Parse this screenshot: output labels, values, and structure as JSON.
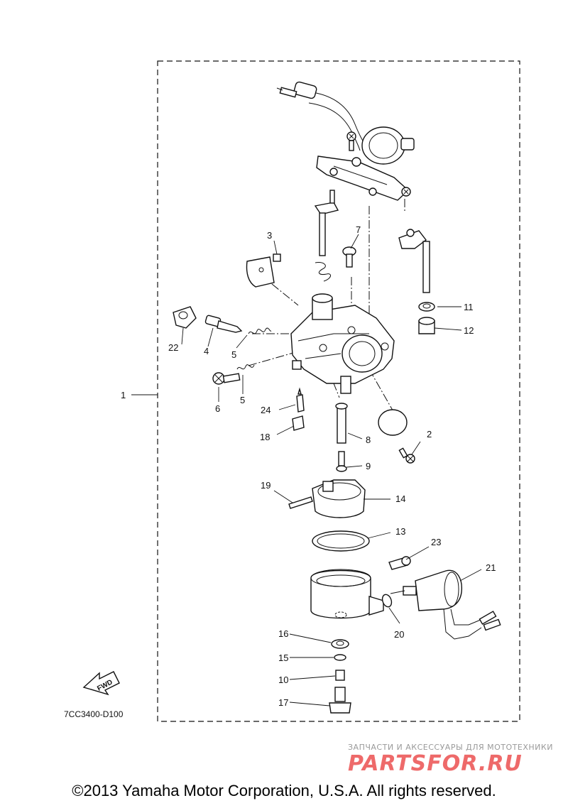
{
  "diagram": {
    "callouts": [
      {
        "id": "1",
        "label": "1"
      },
      {
        "id": "2",
        "label": "2"
      },
      {
        "id": "3",
        "label": "3"
      },
      {
        "id": "4",
        "label": "4"
      },
      {
        "id": "5a",
        "label": "5"
      },
      {
        "id": "5b",
        "label": "5"
      },
      {
        "id": "6",
        "label": "6"
      },
      {
        "id": "7",
        "label": "7"
      },
      {
        "id": "8",
        "label": "8"
      },
      {
        "id": "9",
        "label": "9"
      },
      {
        "id": "10",
        "label": "10"
      },
      {
        "id": "11",
        "label": "11"
      },
      {
        "id": "12",
        "label": "12"
      },
      {
        "id": "13",
        "label": "13"
      },
      {
        "id": "14",
        "label": "14"
      },
      {
        "id": "15",
        "label": "15"
      },
      {
        "id": "16",
        "label": "16"
      },
      {
        "id": "17",
        "label": "17"
      },
      {
        "id": "18",
        "label": "18"
      },
      {
        "id": "19",
        "label": "19"
      },
      {
        "id": "20",
        "label": "20"
      },
      {
        "id": "21",
        "label": "21"
      },
      {
        "id": "22",
        "label": "22"
      },
      {
        "id": "23",
        "label": "23"
      },
      {
        "id": "24",
        "label": "24"
      }
    ],
    "fwd_label": "FWD",
    "drawing_code": "7CC3400-D100"
  },
  "watermark": {
    "tagline": "ЗАПЧАСТИ И АКСЕССУАРЫ ДЛЯ МОТОТЕХНИКИ",
    "brand": "PARTSFOR.RU"
  },
  "copyright": "©2013 Yamaha Motor Corporation, U.S.A. All rights reserved."
}
